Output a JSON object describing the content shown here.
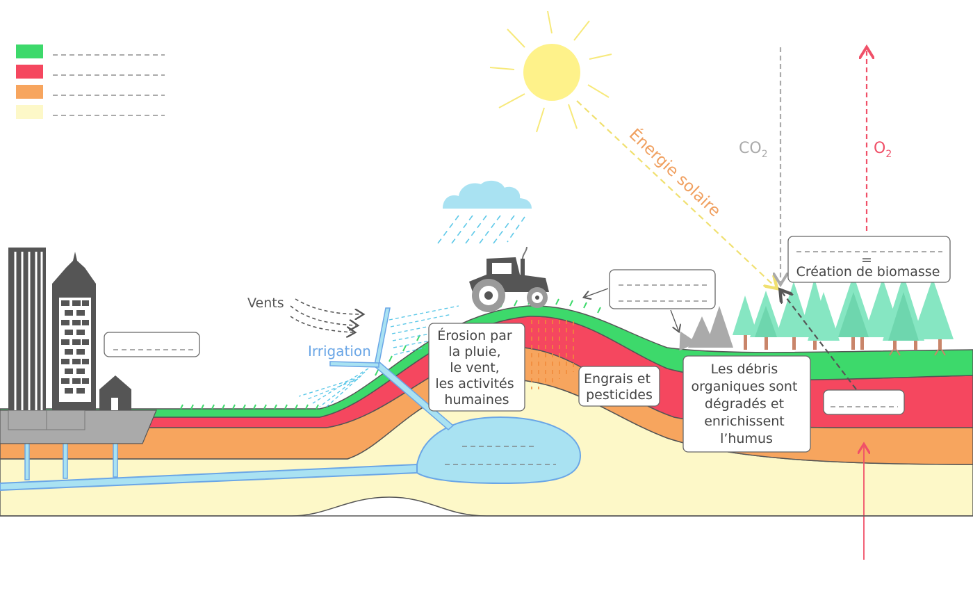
{
  "labels": {
    "vents": "Vents",
    "irrigation": "Irrigation",
    "energie_solaire": "Énergie solaire",
    "co2_base": "CO",
    "co2_sub": "2",
    "o2_base": "O",
    "o2_sub": "2"
  },
  "boxes": {
    "erosion": [
      "Érosion par",
      "la pluie,",
      "le vent,",
      "les activités",
      "humaines"
    ],
    "engrais": [
      "Engrais et",
      "pesticides"
    ],
    "debris": [
      "Les débris",
      "organiques sont",
      "dégradés et",
      "enrichissent",
      "l’humus"
    ],
    "biomasse_equals": "=",
    "biomasse": "Création de biomasse"
  },
  "legend": [
    {
      "color": "#3dd96b"
    },
    {
      "color": "#f5475f"
    },
    {
      "color": "#f7a55e"
    },
    {
      "color": "#fdf8c8"
    }
  ],
  "colors": {
    "topsoil": "#3dd96b",
    "humus": "#f5475f",
    "subsoil": "#f7a55e",
    "bedrock": "#fdf8c8",
    "water": "#a9e2f2",
    "water_stroke": "#6aa6e6",
    "sun": "#fef28a",
    "sun_rays": "#f7e97a",
    "tree": "#86e6c2",
    "trunk": "#c9856a",
    "co2": "#aaaaaa",
    "o2": "#f05068",
    "solar": "#f7e97a",
    "solar_text": "#f0a060",
    "building": "#555555"
  },
  "icons": [
    "sun-icon",
    "cloud-icon",
    "rain-icon",
    "tractor-icon",
    "city-icon",
    "house-icon",
    "forest-icon",
    "dead-tree-icon"
  ]
}
